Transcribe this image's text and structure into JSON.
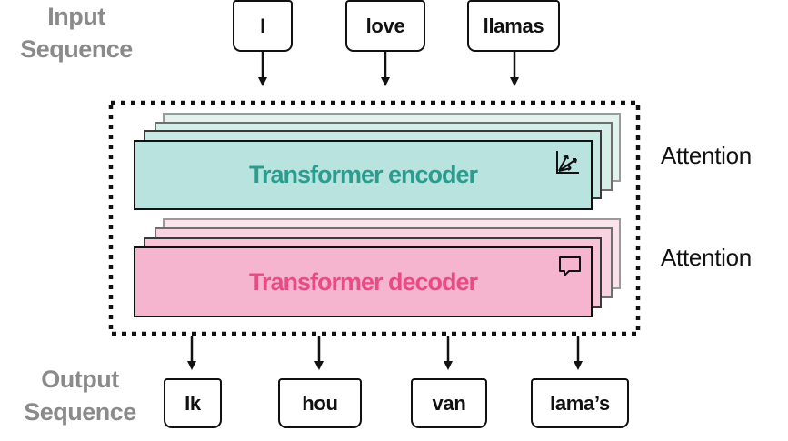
{
  "input": {
    "label_line1": "Input",
    "label_line2": "Sequence",
    "tokens": [
      "I",
      "love",
      "llamas"
    ]
  },
  "output": {
    "label_line1": "Output",
    "label_line2": "Sequence",
    "tokens": [
      "Ik",
      "hou",
      "van",
      "lama’s"
    ]
  },
  "encoder": {
    "title": "Transformer encoder",
    "icon": "attention-arrows-icon",
    "fill": "#b9e3de",
    "text_color": "#2a9d8f",
    "side_word": "Attention"
  },
  "decoder": {
    "title": "Transformer decoder",
    "icon": "speech-bubble-icon",
    "fill": "#f5b5ce",
    "text_color": "#e84c82",
    "side_word": "Attention"
  }
}
